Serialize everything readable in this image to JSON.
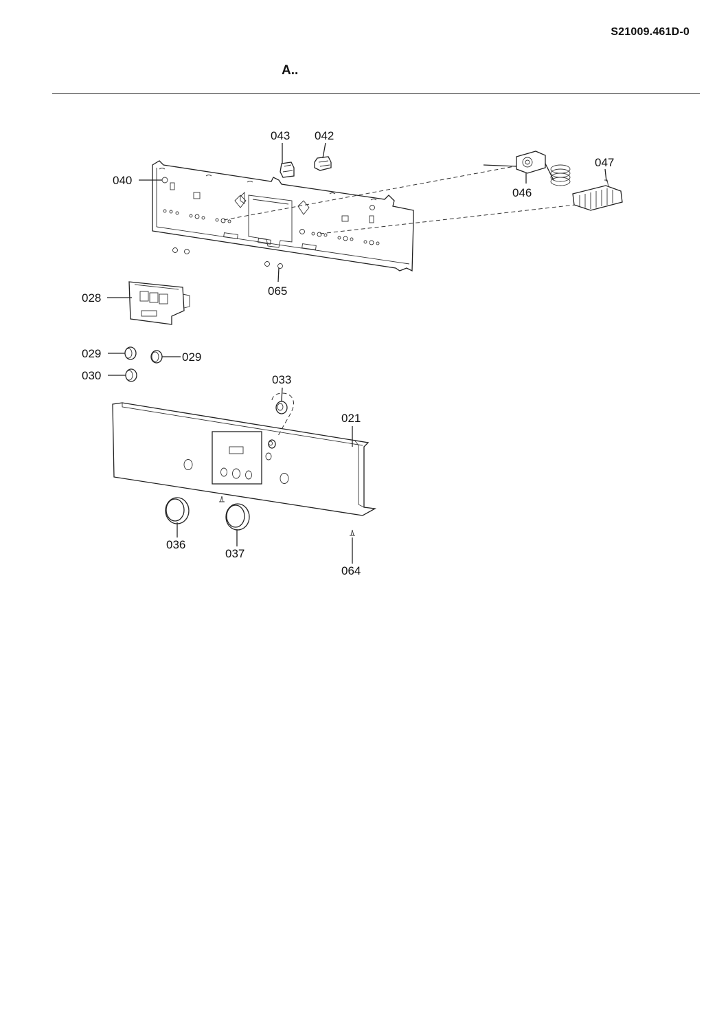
{
  "header": {
    "doc_code": "S21009.461D-0",
    "section_title": "A.."
  },
  "parts": {
    "p040": "040",
    "p043": "043",
    "p042": "042",
    "p047": "047",
    "p046": "046",
    "p028": "028",
    "p065": "065",
    "p029a": "029",
    "p029b": "029",
    "p030": "030",
    "p033": "033",
    "p021": "021",
    "p036": "036",
    "p037": "037",
    "p064": "064"
  }
}
